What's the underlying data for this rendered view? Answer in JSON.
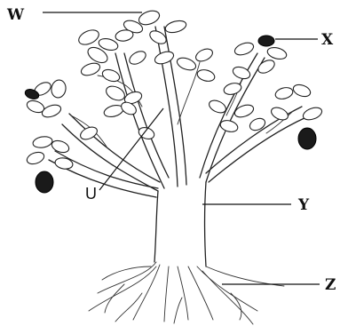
{
  "labels": {
    "w": "W",
    "x": "X",
    "u": "U",
    "y": "Y",
    "z": "Z"
  },
  "colors": {
    "ink": "#111111",
    "fruit": "#1a1a1a",
    "background": "#ffffff"
  }
}
